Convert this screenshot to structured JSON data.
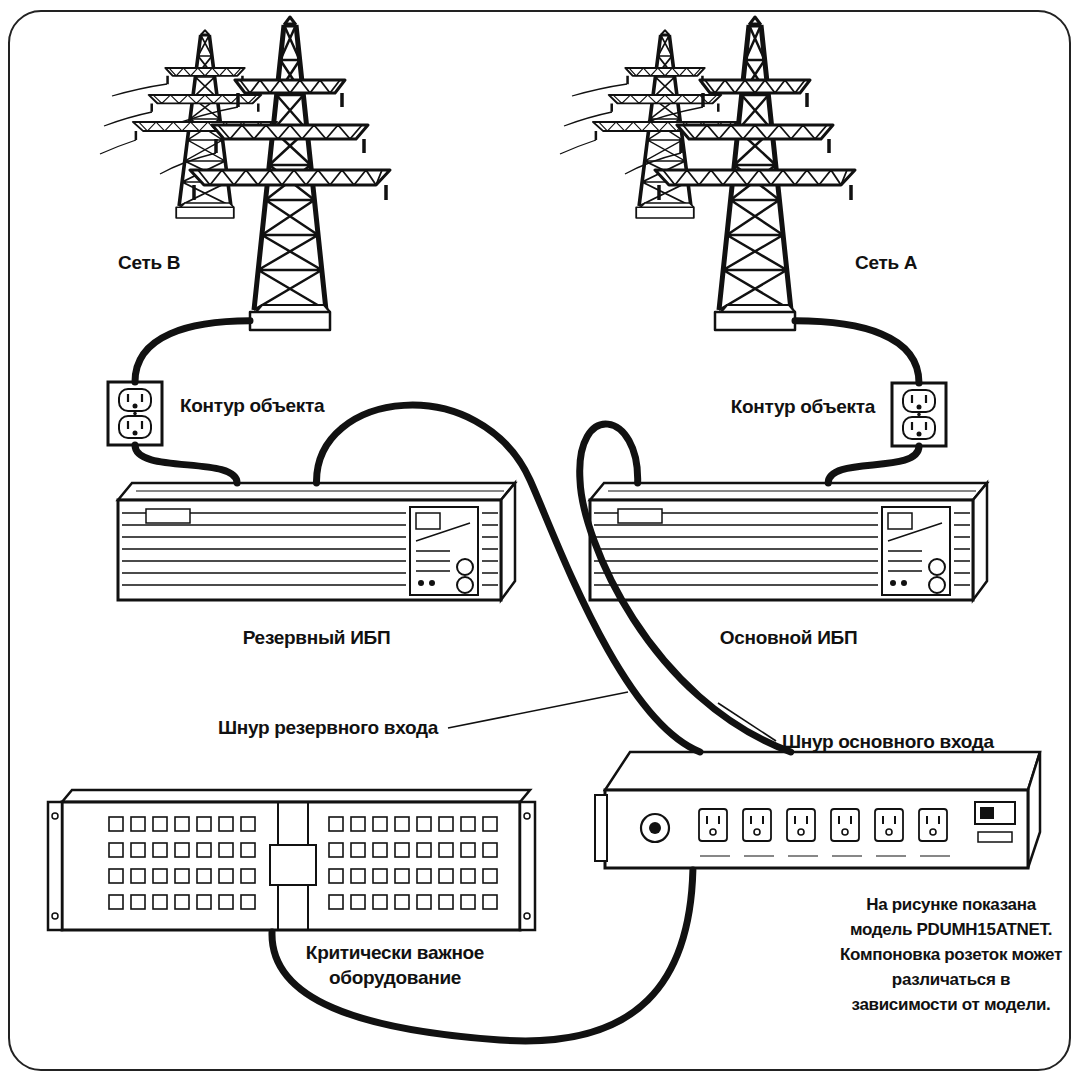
{
  "diagram": {
    "nodes": [
      {
        "text": [
          "Сеть B"
        ]
      },
      {
        "text": [
          "Сеть A"
        ]
      },
      {
        "text": [
          "Контур объекта"
        ]
      },
      {
        "text": [
          "Контур объекта"
        ]
      },
      {
        "text": [
          "Резервный ИБП"
        ]
      },
      {
        "text": [
          "Основной ИБП"
        ]
      },
      {
        "text": [
          "Критически важное оборудование"
        ]
      },
      {
        "text": [
          "На рисунке показана модель PDUMH15ATNET. Компоновка розеток может различаться в зависимости от модели."
        ]
      }
    ],
    "edges": [
      {
        "from": 0,
        "to": 2,
        "arrow": "none"
      },
      {
        "from": 1,
        "to": 3,
        "arrow": "none"
      },
      {
        "from": 2,
        "to": 4,
        "arrow": "none"
      },
      {
        "from": 3,
        "to": 5,
        "arrow": "none"
      },
      {
        "from": 4,
        "to": 7,
        "label": "Шнур резервного входа",
        "arrow": "none"
      },
      {
        "from": 5,
        "to": 7,
        "label": "Шнур основного входа",
        "arrow": "none"
      },
      {
        "from": 7,
        "to": 6,
        "arrow": "none"
      }
    ]
  }
}
